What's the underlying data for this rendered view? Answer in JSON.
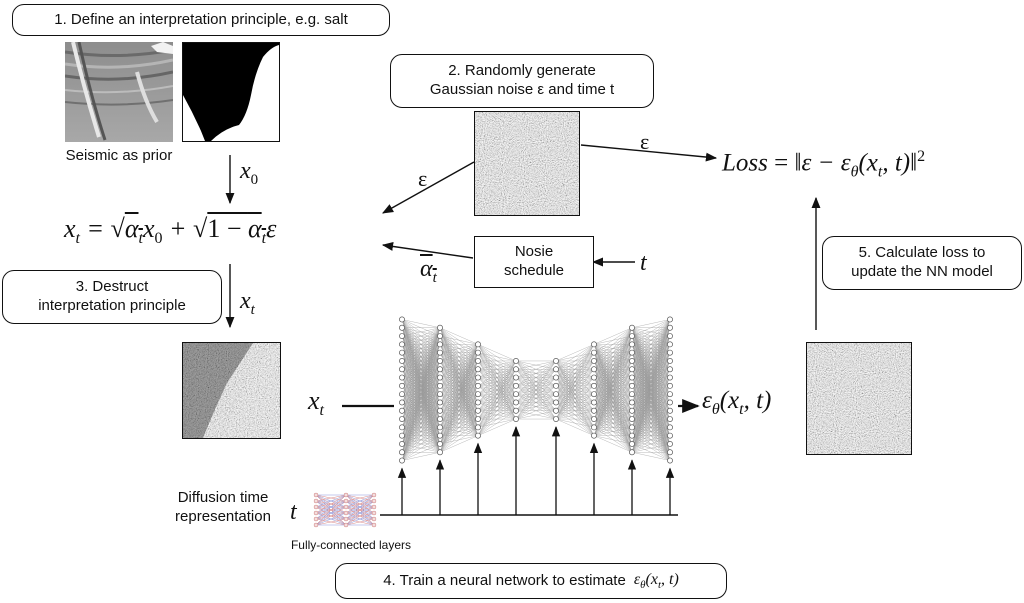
{
  "steps": {
    "step1": "1. Define an interpretation principle, e.g. salt",
    "step2_line1": "2. Randomly generate",
    "step2_line2": "Gaussian noise ε and time t",
    "step3_line1": "3. Destruct",
    "step3_line2": "interpretation principle",
    "step4": "4. Train a neural network to estimate",
    "step4_math": "εθ(xt, t)",
    "step5_line1": "5. Calculate loss to",
    "step5_line2": "update the NN model"
  },
  "labels": {
    "seismic_prior": "Seismic as prior",
    "noise_schedule_line1": "Nosie",
    "noise_schedule_line2": "schedule",
    "diffusion_time_line1": "Diffusion time",
    "diffusion_time_line2": "representation",
    "fc_layers": "Fully-connected layers"
  },
  "math": {
    "x0": "x0",
    "xt": "xt",
    "t": "t",
    "eps": "ε",
    "alpha_bar": "αt",
    "forward_eq": "xt = √αt x0 + √(1 − αt) ε",
    "loss_eq": "Loss = ‖ε − εθ(xt, t)‖²",
    "eps_theta": "εθ(xt, t)"
  },
  "network": {
    "layers": [
      18,
      16,
      12,
      8,
      8,
      12,
      16,
      18
    ],
    "time_arrows": 8
  }
}
